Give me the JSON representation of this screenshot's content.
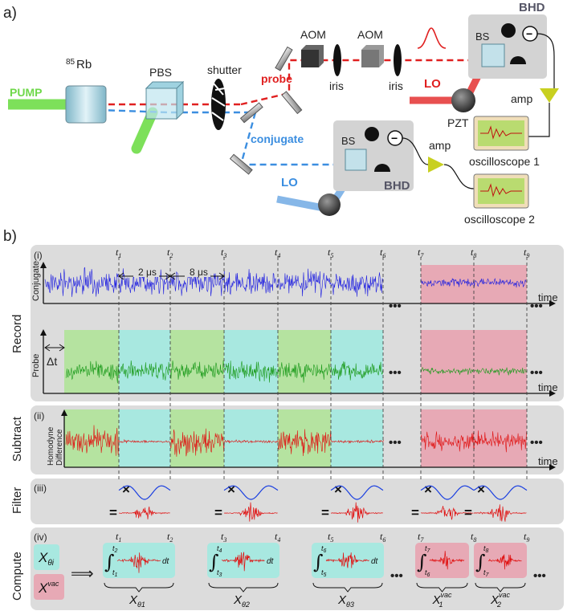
{
  "panel_a": {
    "label": "a)",
    "pump": "PUMP",
    "rb_prefix": "85",
    "rb": "Rb",
    "pbs": "PBS",
    "shutter": "shutter",
    "probe": "probe",
    "conjugate": "conjugate",
    "aom1": "AOM",
    "aom2": "AOM",
    "iris1": "iris",
    "iris2": "iris",
    "bs_top": "BS",
    "bs_bottom": "BS",
    "bhd_top": "BHD",
    "bhd_bottom": "BHD",
    "lo_top": "LO",
    "lo_bottom": "LO",
    "pzt": "PZT",
    "amp_top": "amp",
    "amp_bottom": "amp",
    "osc1": "oscilloscope 1",
    "osc2": "oscilloscope 2"
  },
  "panel_b": {
    "label": "b)",
    "row_labels": {
      "record": "Record",
      "subtract": "Subtract",
      "filter": "Filter",
      "compute": "Compute"
    },
    "sub_labels": [
      "(i)",
      "(ii)",
      "(iii)",
      "(iv)"
    ],
    "trace_labels": {
      "conjugate": "Conjugate",
      "probe": "Probe",
      "homodyne_1": "Homodyne",
      "homodyne_2": "Difference"
    },
    "time_label": "time",
    "delta_t": "Δt",
    "interval_1": "2 μs",
    "interval_2": "8 μs",
    "times": [
      "t1",
      "t2",
      "t3",
      "t4",
      "t5",
      "t6",
      "t7",
      "t8",
      "t9"
    ],
    "times_display": [
      "t",
      "t",
      "t",
      "t",
      "t",
      "t",
      "t",
      "t",
      "t"
    ],
    "times_sub": [
      "1",
      "2",
      "3",
      "4",
      "5",
      "6",
      "7",
      "8",
      "9"
    ],
    "ellipsis": "•••",
    "times_sign": "×",
    "equals": "=",
    "legend_theta": "X",
    "legend_theta_sub": "θi",
    "legend_vac": "X",
    "legend_vac_sup": "vac",
    "implies": "⟹",
    "dt": "dt",
    "results": [
      {
        "main": "X",
        "sub": "θ1",
        "sup": ""
      },
      {
        "main": "X",
        "sub": "θ2",
        "sup": ""
      },
      {
        "main": "X",
        "sub": "θ3",
        "sup": ""
      },
      {
        "main": "X",
        "sub": "1",
        "sup": "vac"
      },
      {
        "main": "X",
        "sub": "2",
        "sup": "vac"
      }
    ],
    "colors": {
      "conjugate": "#1f1fe0",
      "probe": "#1a9a1a",
      "difference": "#e01010",
      "filter": "#1a3fe0",
      "green_bg": "#b5e3a0",
      "cyan_bg": "#a8e8e0",
      "pink_bg": "#e7a9b5",
      "panel_bg": "#dcdcdc"
    }
  }
}
